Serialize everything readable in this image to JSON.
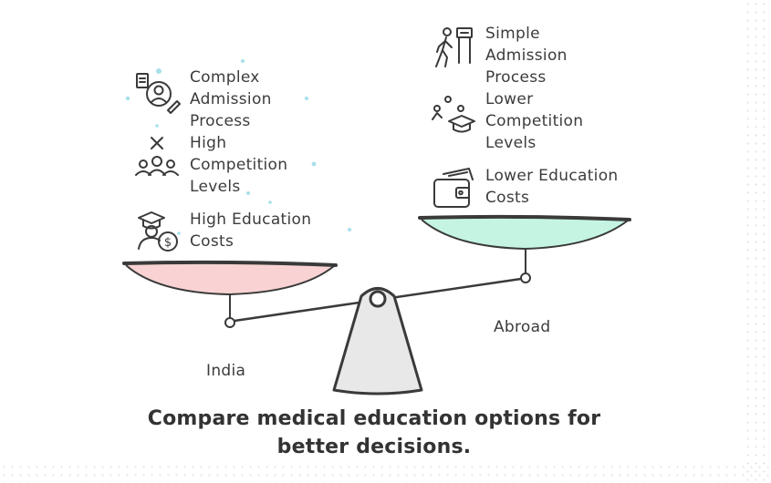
{
  "colors": {
    "india_pan": "#f9d3d3",
    "abroad_pan": "#c5f5e2",
    "stroke": "#3a3a3a",
    "fulcrum": "#e8e8e8",
    "dot_accent": "#9fdbe6"
  },
  "india": {
    "label": "India",
    "items": [
      {
        "icon": "admission-form-icon",
        "text": "Complex\nAdmission\nProcess"
      },
      {
        "icon": "competition-people-icon",
        "text": "High\nCompetition\nLevels"
      },
      {
        "icon": "graduate-cost-icon",
        "text": "High Education\nCosts"
      }
    ]
  },
  "abroad": {
    "label": "Abroad",
    "items": [
      {
        "icon": "walking-person-icon",
        "text": "Simple\nAdmission\nProcess"
      },
      {
        "icon": "graduation-cap-icon",
        "text": "Lower\nCompetition\nLevels"
      },
      {
        "icon": "wallet-icon",
        "text": "Lower Education\nCosts"
      }
    ]
  },
  "caption": "Compare medical education options for\nbetter decisions."
}
